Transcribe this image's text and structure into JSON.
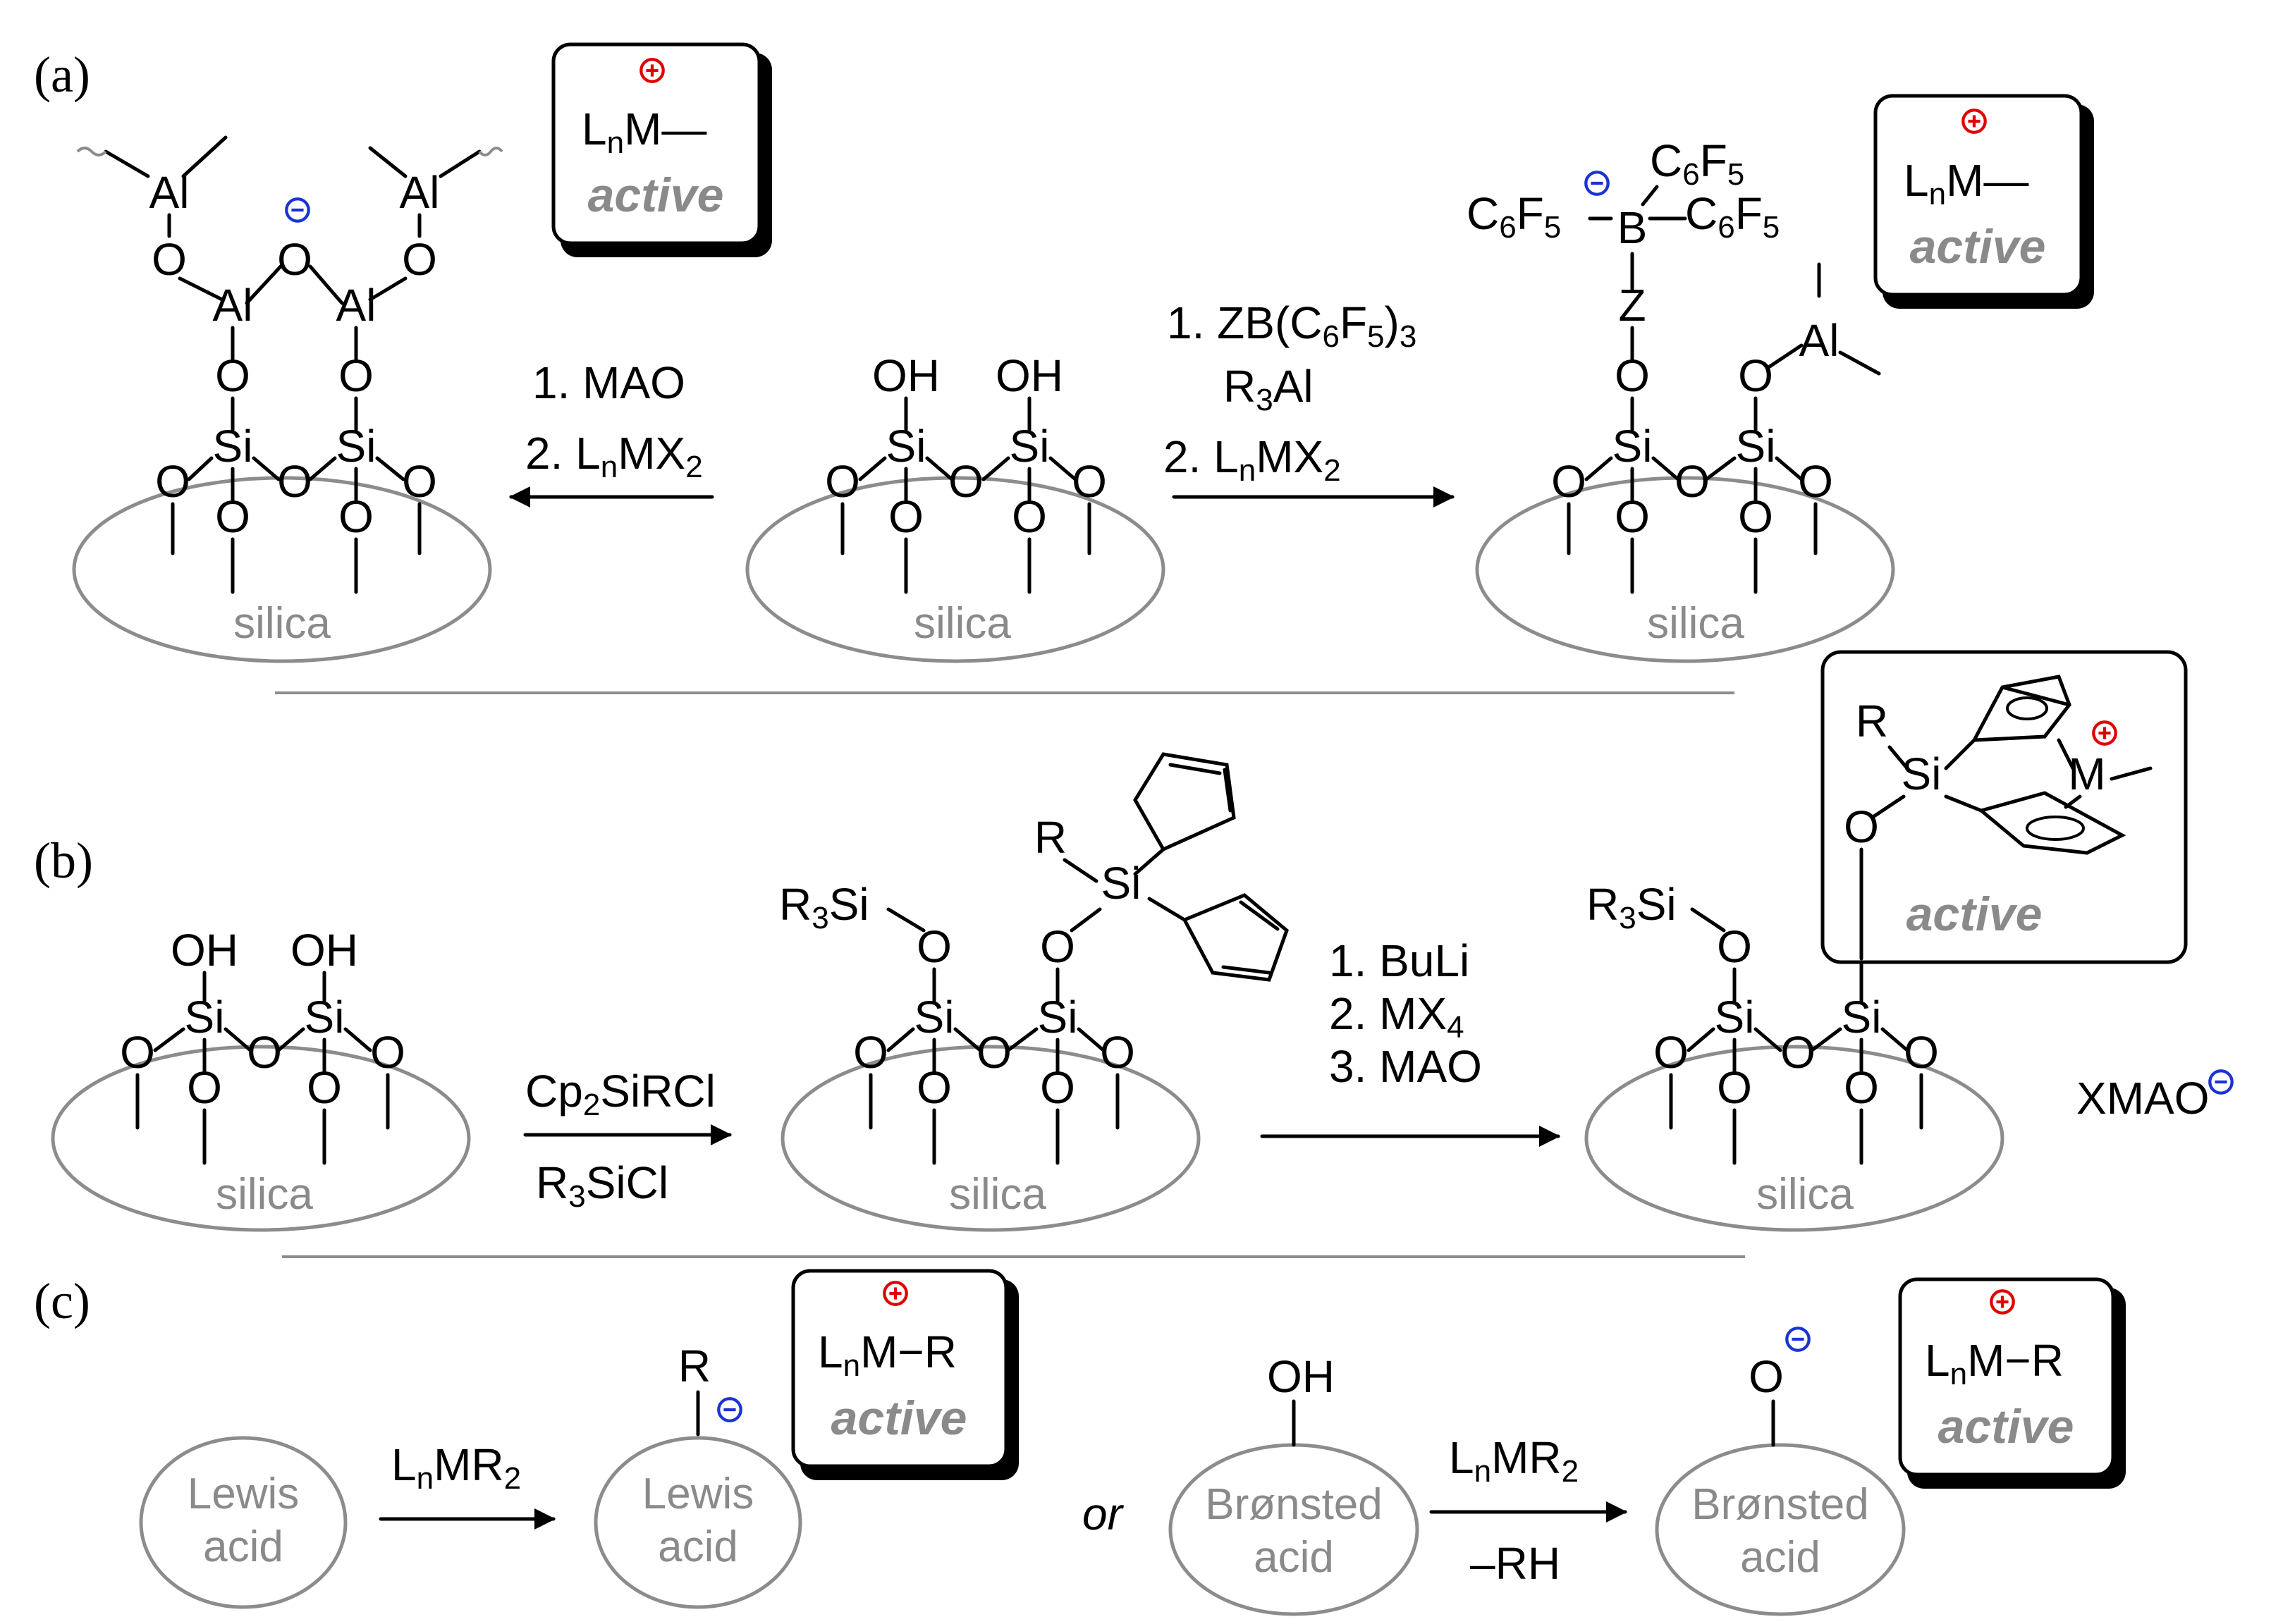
{
  "panels": {
    "a": {
      "label": "(a)",
      "left_reagents": [
        "1. MAO",
        "2. LnMX2"
      ],
      "right_reagents": [
        "1. ZB(C6F5)3",
        "R3Al",
        "2. LnMX2"
      ],
      "support_label": "silica",
      "active_label": "active",
      "cation_label": "LnM—",
      "borate_labels": [
        "C6F5",
        "C6F5",
        "C6F5",
        "B",
        "Z"
      ]
    },
    "b": {
      "label": "(b)",
      "reagent_above": "Cp2SiRCl",
      "reagent_below": "R3SiCl",
      "steps": [
        "1. BuLi",
        "2. MX4",
        "3. MAO"
      ],
      "support_label": "silica",
      "active_label": "active",
      "silyl_label": "R3Si",
      "counterion": "XMAO"
    },
    "c": {
      "label": "(c)",
      "lewis_acid": "Lewis acid",
      "bronsted_acid": "Brønsted acid",
      "reagent": "LnMR2",
      "byproduct": "–RH",
      "or_label": "or",
      "cation_label": "LnM−R",
      "active_label": "active",
      "substituent_r": "R",
      "hydroxyl": "OH"
    }
  },
  "colors": {
    "cation": "#e00000",
    "anion": "#1a33d6",
    "support": "#8c8c8c"
  }
}
